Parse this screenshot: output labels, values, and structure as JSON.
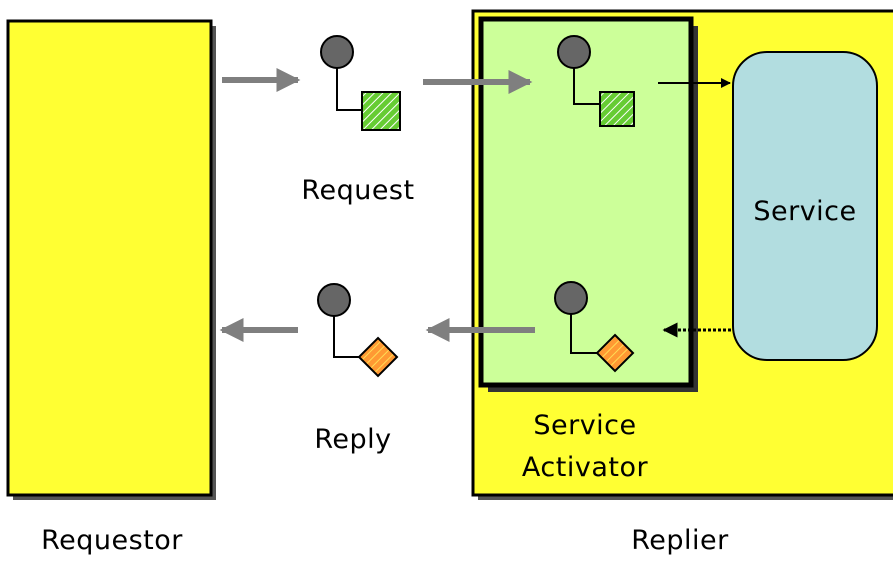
{
  "labels": {
    "requestor": "Requestor",
    "replier": "Replier",
    "request": "Request",
    "reply": "Reply",
    "service": "Service",
    "activator_line1": "Service",
    "activator_line2": "Activator"
  },
  "colors": {
    "requestor_fill": "#ffff33",
    "replier_fill": "#ffff33",
    "activator_fill": "#ccff99",
    "service_fill": "#b2dde0",
    "arrow_gray": "#7f7f7f",
    "message_head": "#666666",
    "request_body": "#66cc33",
    "reply_body": "#ff9933"
  },
  "icons": {
    "request_message": "message-square-hatched-icon",
    "reply_message": "message-diamond-hatched-icon"
  }
}
